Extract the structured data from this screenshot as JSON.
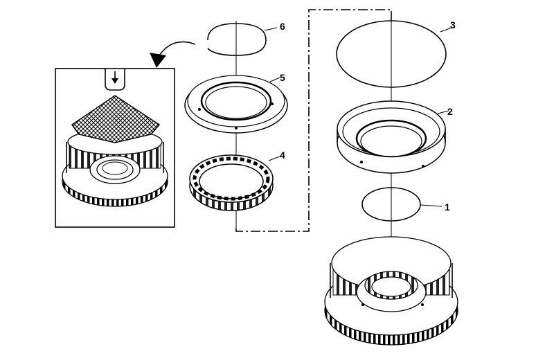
{
  "diagram": {
    "callouts": [
      {
        "id": "1",
        "label": "1"
      },
      {
        "id": "2",
        "label": "2"
      },
      {
        "id": "3",
        "label": "3"
      },
      {
        "id": "4",
        "label": "4"
      },
      {
        "id": "5",
        "label": "5"
      },
      {
        "id": "6",
        "label": "6"
      }
    ],
    "colors": {
      "line": "#000000",
      "background": "#ffffff"
    },
    "icons": [
      "down-arrow-icon",
      "curved-arrow-icon"
    ]
  }
}
